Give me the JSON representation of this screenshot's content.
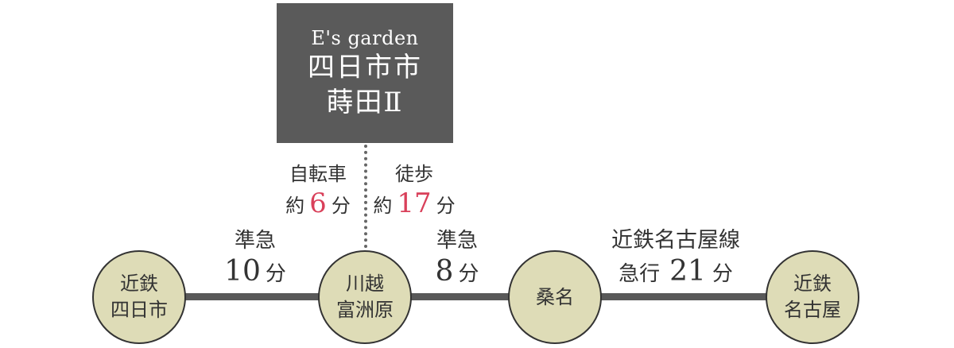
{
  "property": {
    "brand": "E's garden",
    "line1": "四日市市",
    "line2": "蒔田Ⅱ"
  },
  "access": {
    "bike": {
      "mode": "自転車",
      "prefix": "約",
      "value": "6",
      "unit": "分"
    },
    "walk": {
      "mode": "徒歩",
      "prefix": "約",
      "value": "17",
      "unit": "分"
    }
  },
  "stations": [
    {
      "line1": "近鉄",
      "line2": "四日市"
    },
    {
      "line1": "川越",
      "line2": "富洲原"
    },
    {
      "line1": "桑名",
      "line2": ""
    },
    {
      "line1": "近鉄",
      "line2": "名古屋"
    }
  ],
  "segments": [
    {
      "service": "準急",
      "time": "10",
      "unit": "分"
    },
    {
      "service": "準急",
      "time": "8",
      "unit": "分"
    },
    {
      "route": "近鉄名古屋線",
      "service": "急行",
      "time": "21",
      "unit": "分"
    }
  ],
  "colors": {
    "property_box": "#5a5a5a",
    "station_fill": "#dedcb7",
    "rail": "#595959",
    "highlight": "#d9405a"
  }
}
